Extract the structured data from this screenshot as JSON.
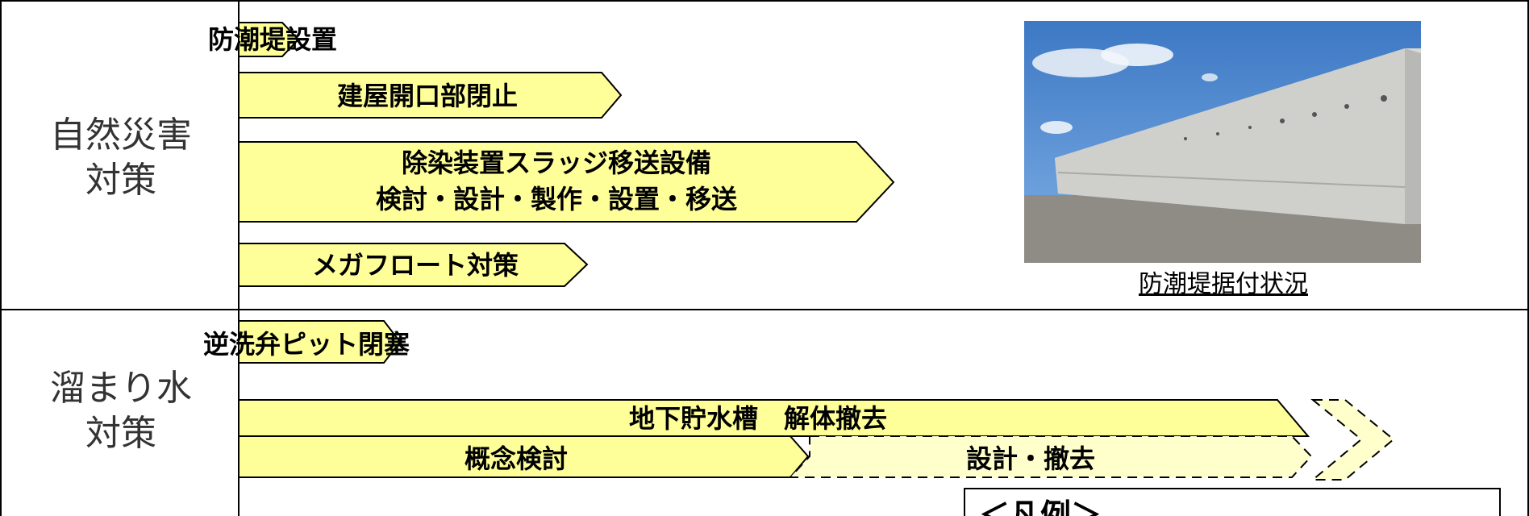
{
  "categories": {
    "natural_disaster": [
      "自然災害",
      "対策"
    ],
    "retained_water": [
      "溜まり水",
      "対策"
    ]
  },
  "bars": {
    "seawall": "防潮堤設置",
    "building_openings": "建屋開口部閉止",
    "decon_line1": "除染装置スラッジ移送設備",
    "decon_line2": "検討・設計・製作・設置・移送",
    "megafloat": "メガフロート対策",
    "backwash_valve": "逆洗弁ピット閉塞",
    "underground_tank": "地下貯水槽　解体撤去",
    "concept_study": "概念検討",
    "design_removal": "設計・撤去"
  },
  "photo": {
    "caption": "防潮堤据付状況"
  },
  "legend": {
    "title": "＜凡例＞"
  },
  "colors": {
    "bar_fill": "#FFFF99",
    "bar_fill_planned": "#FFFFCC",
    "border": "#000000"
  }
}
